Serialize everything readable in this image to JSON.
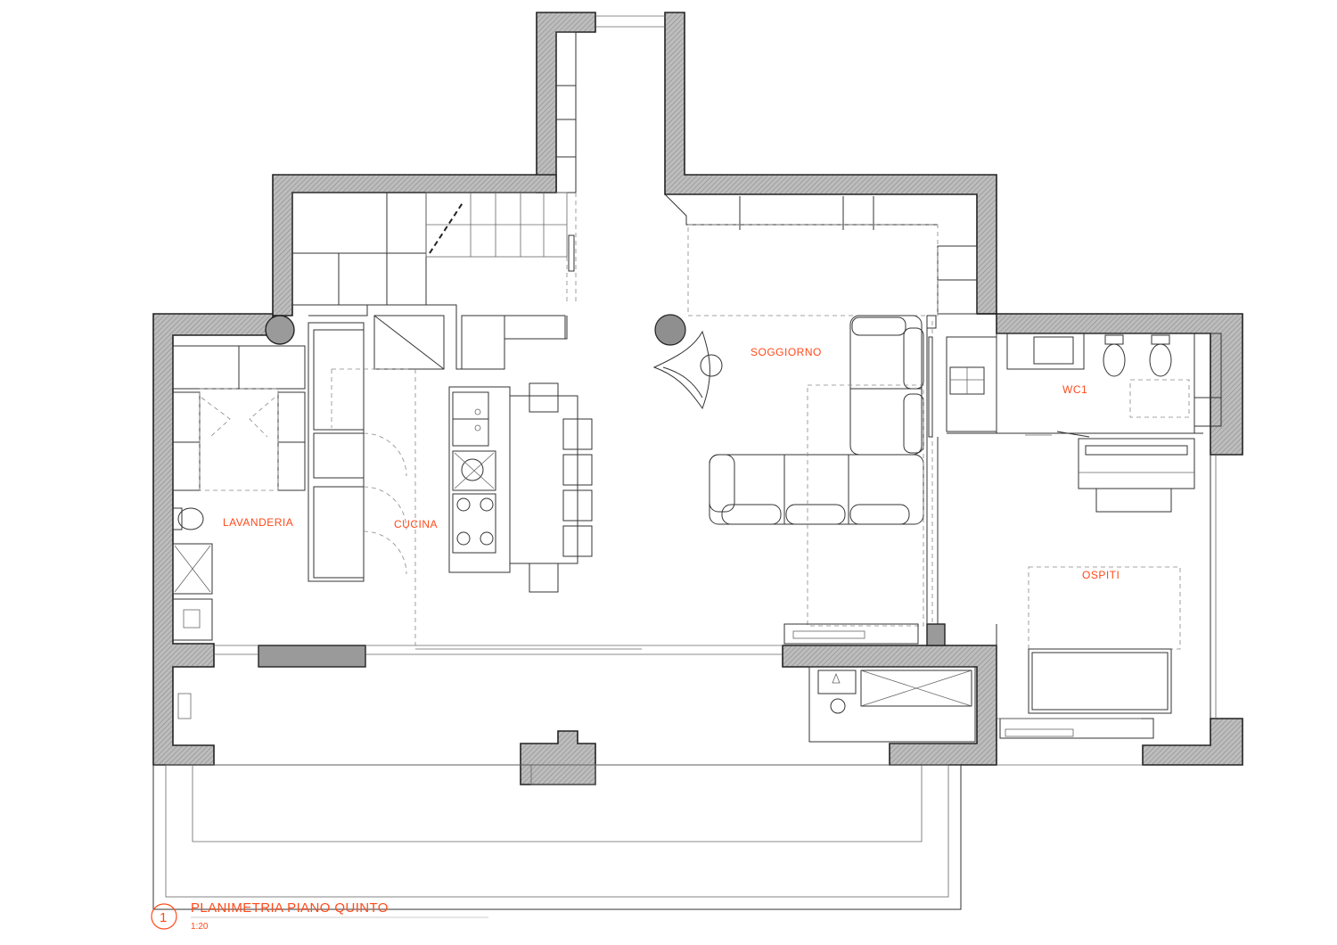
{
  "accent_color": "#ff4a1a",
  "rooms": {
    "lavanderia": "LAVANDERIA",
    "cucina": "CUCINA",
    "soggiorno": "SOGGIORNO",
    "wc1": "WC1",
    "ospiti": "OSPITI"
  },
  "title_block": {
    "number": "1",
    "title": "PLANIMETRIA PIANO QUINTO",
    "scale": "1:20"
  }
}
